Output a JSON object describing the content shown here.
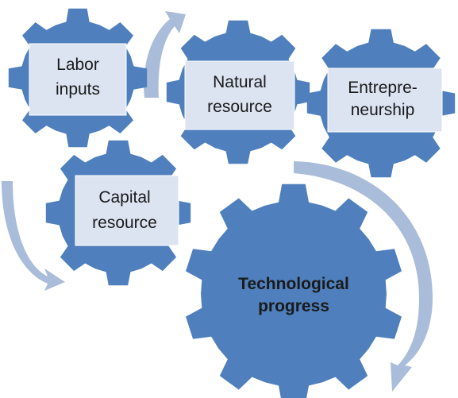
{
  "colors": {
    "gear": "#4f80bd",
    "arrow": "#a9bcd9",
    "box_fill": "#dce4f2",
    "box_stroke": "#ffffff"
  },
  "gears": {
    "labor": {
      "line1": "Labor",
      "line2": "inputs"
    },
    "natural": {
      "line1": "Natural",
      "line2": "resource"
    },
    "entrepreneurship": {
      "line1": "Entrepre-",
      "line2": "neurship"
    },
    "capital": {
      "line1": "Capital",
      "line2": "resource"
    },
    "technological": {
      "line1": "Technological",
      "line2": "progress"
    }
  }
}
